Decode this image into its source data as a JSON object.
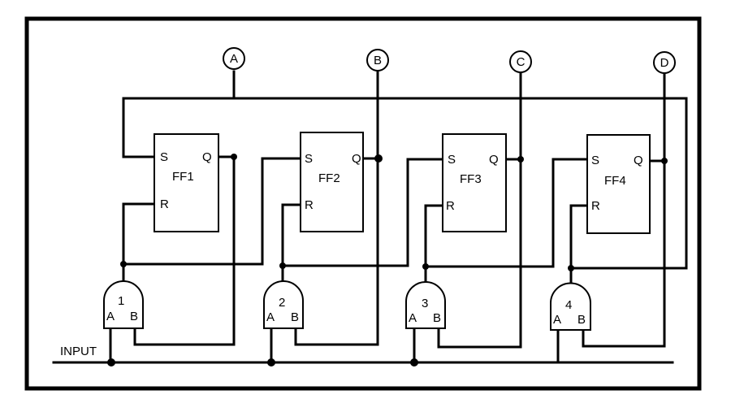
{
  "input_label": "INPUT",
  "flip_flops": [
    {
      "name": "FF1",
      "s": "S",
      "r": "R",
      "q": "Q"
    },
    {
      "name": "FF2",
      "s": "S",
      "r": "R",
      "q": "Q"
    },
    {
      "name": "FF3",
      "s": "S",
      "r": "R",
      "q": "Q"
    },
    {
      "name": "FF4",
      "s": "S",
      "r": "R",
      "q": "Q"
    }
  ],
  "gates": [
    {
      "number": "1",
      "a": "A",
      "b": "B"
    },
    {
      "number": "2",
      "a": "A",
      "b": "B"
    },
    {
      "number": "3",
      "a": "A",
      "b": "B"
    },
    {
      "number": "4",
      "a": "A",
      "b": "B"
    }
  ],
  "outputs": [
    "A",
    "B",
    "C",
    "D"
  ]
}
